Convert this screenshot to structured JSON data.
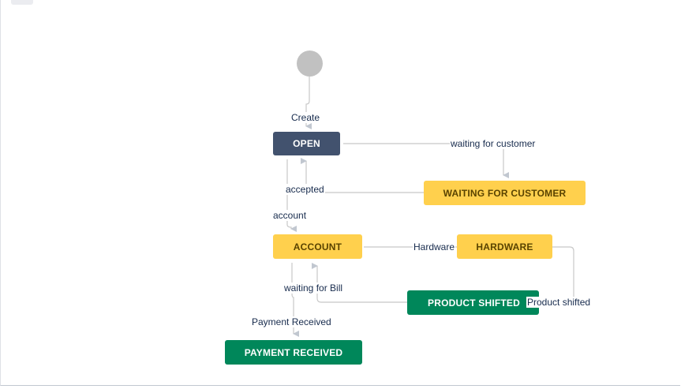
{
  "statuses": {
    "open": "OPEN",
    "waiting_for_customer": "WAITING FOR CUSTOMER",
    "account": "ACCOUNT",
    "hardware": "HARDWARE",
    "product_shifted": "PRODUCT SHIFTED",
    "payment_received": "PAYMENT RECEIVED"
  },
  "transitions": {
    "create": "Create",
    "waiting_for_customer": "waiting for customer",
    "accepted": "accepted",
    "account": "account",
    "hardware": "Hardware",
    "waiting_for_bill": "waiting for Bill",
    "product_shifted": "Product shifted",
    "payment_received": "Payment Received"
  },
  "colors": {
    "open": "#42526e",
    "in_progress": "#ffd04d",
    "done": "#00875a",
    "connector": "#c1c7d0",
    "start": "#c1c1c1"
  }
}
